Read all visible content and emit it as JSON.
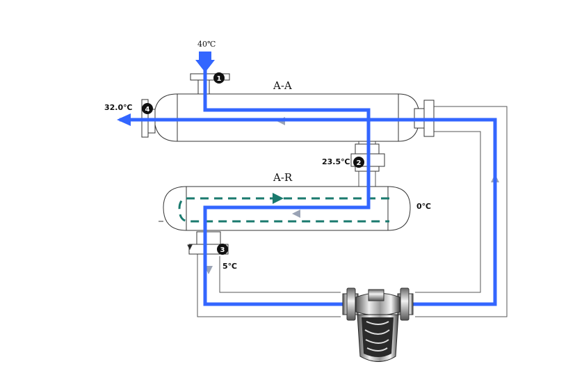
{
  "vessels": {
    "upper_label": "A-A",
    "lower_label": "A-R"
  },
  "temperatures": {
    "inlet": "40℃",
    "outlet": "32.0℃",
    "mid": "23.5℃",
    "lower_shell": "0℃",
    "bottom": "5℃"
  },
  "points": {
    "p1": "1",
    "p2": "2",
    "p3": "3",
    "p4": "4"
  },
  "colors": {
    "main_flow": "#3366ff",
    "internal_loop": "#1a7a6e",
    "vessel_outline": "#333333"
  }
}
